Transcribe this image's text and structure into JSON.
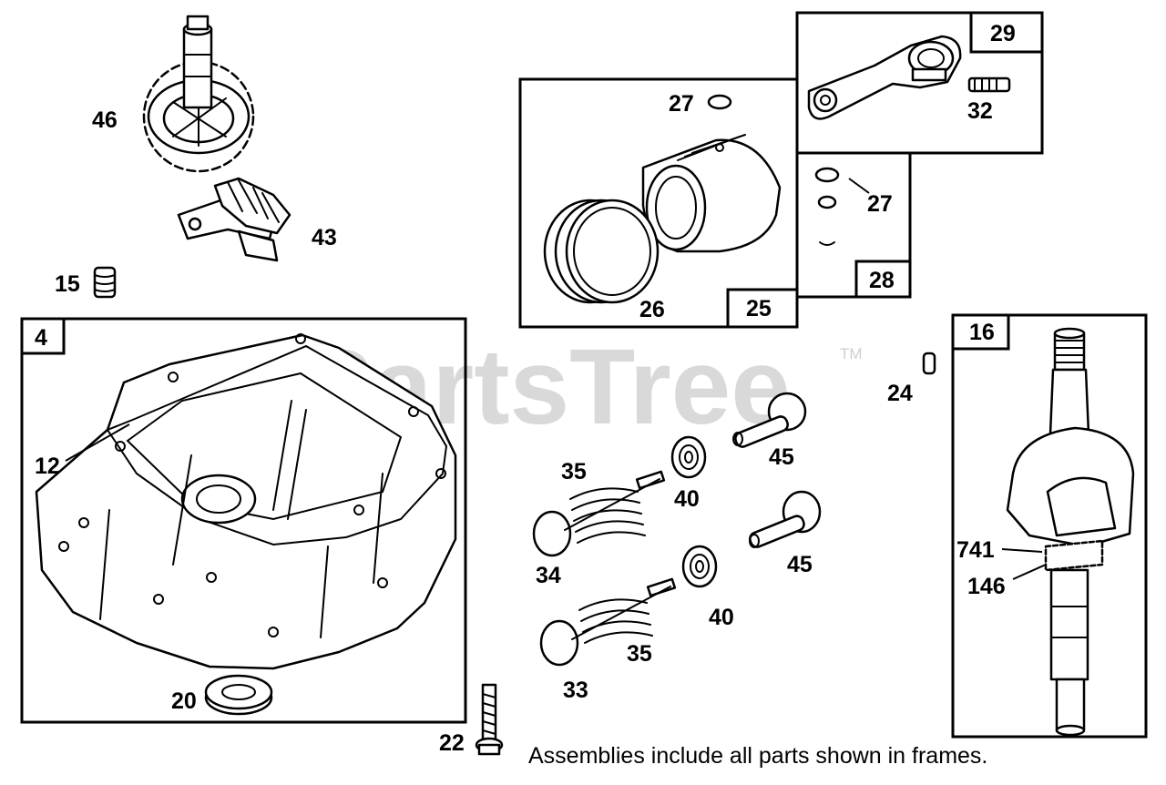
{
  "watermark": {
    "brand": "PartsTree",
    "trademark": "TM"
  },
  "footnote": "Assemblies include all parts shown in frames.",
  "frames": [
    {
      "id": "4"
    },
    {
      "id": "16"
    },
    {
      "id": "25"
    },
    {
      "id": "28"
    },
    {
      "id": "29"
    }
  ],
  "callouts": [
    {
      "num": "46",
      "part_icon": "cam-gear"
    },
    {
      "num": "43",
      "part_icon": "governor-assembly"
    },
    {
      "num": "15",
      "part_icon": "spring"
    },
    {
      "num": "12",
      "part_icon": "gasket"
    },
    {
      "num": "20",
      "part_icon": "oil-seal"
    },
    {
      "num": "22",
      "part_icon": "bolt"
    },
    {
      "num": "27",
      "part_icon": "retainer-clip"
    },
    {
      "num": "26",
      "part_icon": "piston-rings"
    },
    {
      "num": "27",
      "part_icon": "retainer-clip"
    },
    {
      "num": "32",
      "part_icon": "screw"
    },
    {
      "num": "24",
      "part_icon": "pin"
    },
    {
      "num": "45",
      "part_icon": "valve"
    },
    {
      "num": "35",
      "part_icon": "valve-spring"
    },
    {
      "num": "40",
      "part_icon": "spring-retainer"
    },
    {
      "num": "34",
      "part_icon": "valve"
    },
    {
      "num": "45",
      "part_icon": "valve"
    },
    {
      "num": "40",
      "part_icon": "spring-retainer"
    },
    {
      "num": "35",
      "part_icon": "valve-spring"
    },
    {
      "num": "33",
      "part_icon": "valve"
    },
    {
      "num": "741",
      "part_icon": "key"
    },
    {
      "num": "146",
      "part_icon": "gear"
    }
  ]
}
